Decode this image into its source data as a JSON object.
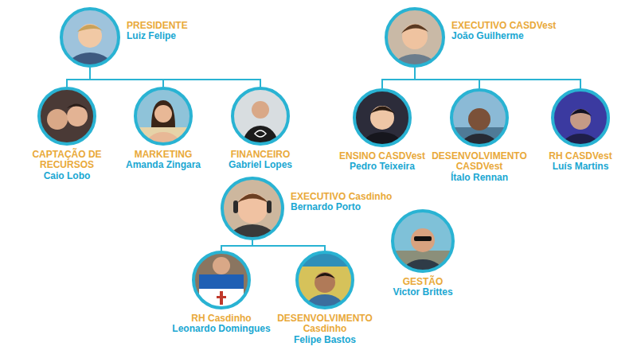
{
  "diagram": {
    "nodes": [
      {
        "text": [
          "PRESIDENTE",
          "Luiz Felipe"
        ]
      },
      {
        "text": [
          "CAPTAÇÃO DE RECURSOS",
          "Caio Lobo"
        ]
      },
      {
        "text": [
          "MARKETING",
          "Amanda Zingara"
        ]
      },
      {
        "text": [
          "FINANCEIRO",
          "Gabriel Lopes"
        ]
      },
      {
        "text": [
          "EXECUTIVO CASDVest",
          "João Guilherme"
        ]
      },
      {
        "text": [
          "ENSINO CASDVest",
          "Pedro Teixeira"
        ]
      },
      {
        "text": [
          "DESENVOLVIMENTO CASDVest",
          "Ítalo Rennan"
        ]
      },
      {
        "text": [
          "RH CASDVest",
          "Luís Martins"
        ]
      },
      {
        "text": [
          "EXECUTIVO Casdinho",
          "Bernardo Porto"
        ]
      },
      {
        "text": [
          "GESTÃO",
          "Victor Brittes"
        ]
      },
      {
        "text": [
          "RH Casdinho",
          "Leonardo Domingues"
        ]
      },
      {
        "text": [
          "DESENVOLVIMENTO Casdinho",
          "Felipe Bastos"
        ]
      }
    ],
    "edges": [
      {
        "from": 0,
        "to": 1,
        "arrow": "none"
      },
      {
        "from": 0,
        "to": 2,
        "arrow": "none"
      },
      {
        "from": 0,
        "to": 3,
        "arrow": "none"
      },
      {
        "from": 4,
        "to": 5,
        "arrow": "none"
      },
      {
        "from": 4,
        "to": 6,
        "arrow": "none"
      },
      {
        "from": 4,
        "to": 7,
        "arrow": "none"
      },
      {
        "from": 8,
        "to": 10,
        "arrow": "none"
      },
      {
        "from": 8,
        "to": 11,
        "arrow": "none"
      }
    ]
  }
}
